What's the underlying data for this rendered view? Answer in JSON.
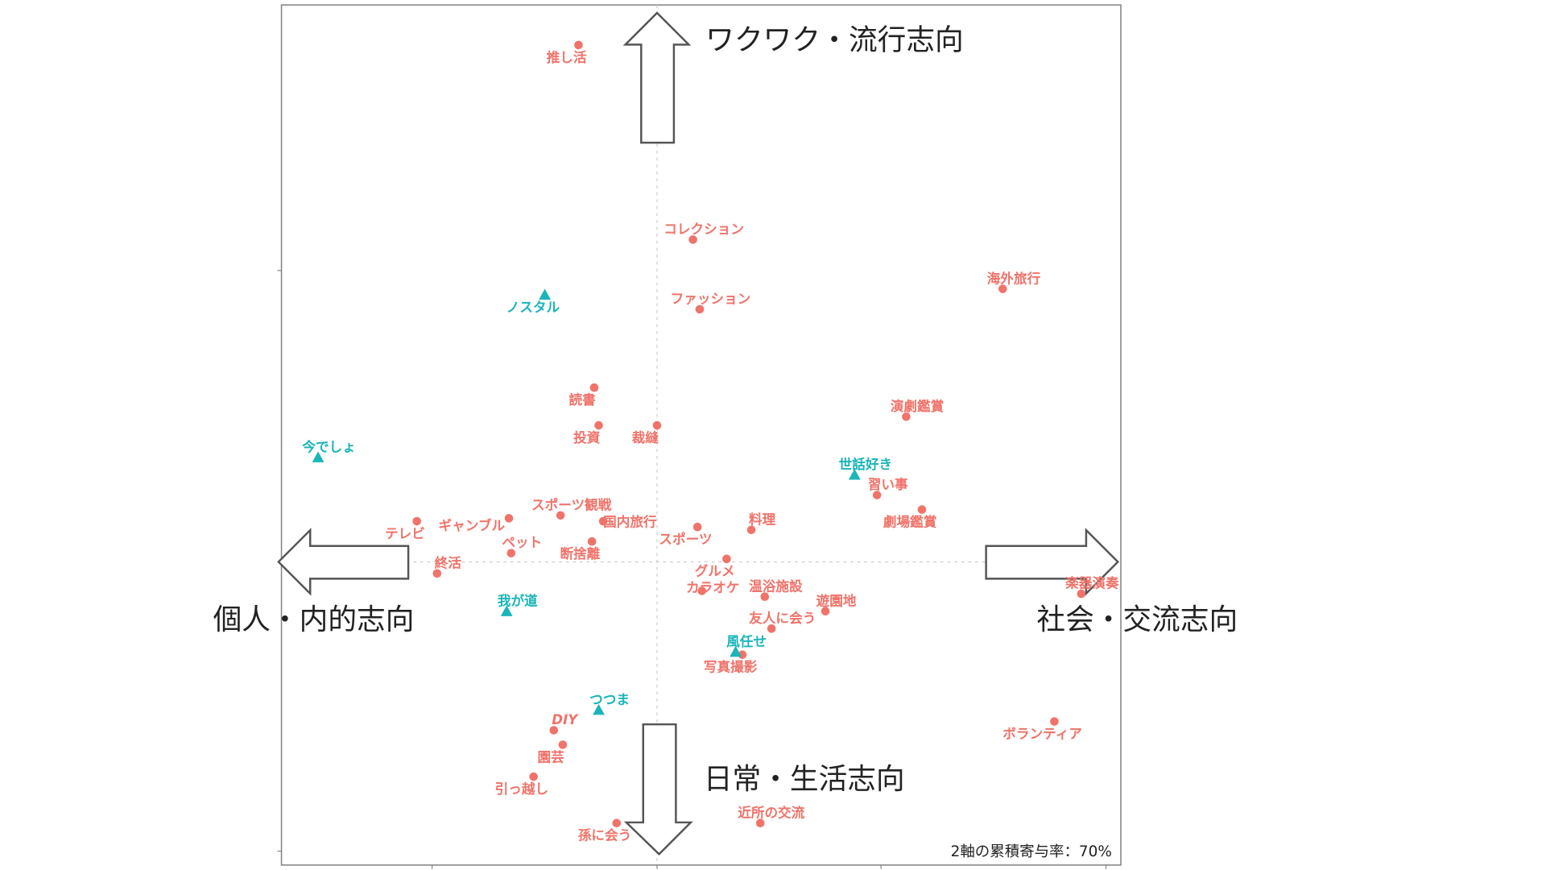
{
  "chart_data": {
    "type": "scatter",
    "title": "",
    "xlabel": "",
    "ylabel": "",
    "xlim": [
      -1.67,
      2.05
    ],
    "ylim": [
      -1.04,
      1.92
    ],
    "grid": false,
    "reference_lines": {
      "x": 0,
      "y": 0
    },
    "axis_labels": {
      "top": "ワクワク・流行志向",
      "bottom": "日常・生活志向",
      "left": "個人・内的志向",
      "right": "社会・交流志向"
    },
    "annotation": "2軸の累積寄与率：70%",
    "colors": {
      "activities": "#f0736a",
      "types": "#1ab5b9"
    },
    "series": [
      {
        "name": "activities",
        "marker": "circle",
        "points": [
          {
            "label": "推し活",
            "x": -0.35,
            "y": 1.78,
            "pos": "below"
          },
          {
            "label": "コレクション",
            "x": 0.16,
            "y": 1.11,
            "pos": "above"
          },
          {
            "label": "ファッション",
            "x": 0.19,
            "y": 0.87,
            "pos": "above"
          },
          {
            "label": "海外旅行",
            "x": 1.54,
            "y": 0.94,
            "pos": "above"
          },
          {
            "label": "読書",
            "x": -0.28,
            "y": 0.6,
            "pos": "below"
          },
          {
            "label": "投資",
            "x": -0.26,
            "y": 0.47,
            "pos": "below"
          },
          {
            "label": "裁縫",
            "x": 0.0,
            "y": 0.47,
            "pos": "below"
          },
          {
            "label": "演劇鑑賞",
            "x": 1.11,
            "y": 0.5,
            "pos": "above"
          },
          {
            "label": "習い事",
            "x": 0.98,
            "y": 0.23,
            "pos": "above"
          },
          {
            "label": "劇場鑑賞",
            "x": 1.18,
            "y": 0.18,
            "pos": "below"
          },
          {
            "label": "料理",
            "x": 0.42,
            "y": 0.11,
            "pos": "above"
          },
          {
            "label": "スポーツ",
            "x": 0.18,
            "y": 0.12,
            "pos": "below"
          },
          {
            "label": "テレビ",
            "x": -1.07,
            "y": 0.14,
            "pos": "below"
          },
          {
            "label": "ギャンブル",
            "x": -0.66,
            "y": 0.15,
            "pos": "left"
          },
          {
            "label": "スポーツ観戦",
            "x": -0.43,
            "y": 0.16,
            "pos": "above"
          },
          {
            "label": "国内旅行",
            "x": -0.24,
            "y": 0.14,
            "pos": "right"
          },
          {
            "label": "ペット",
            "x": -0.65,
            "y": 0.03,
            "pos": "above"
          },
          {
            "label": "断捨離",
            "x": -0.29,
            "y": 0.07,
            "pos": "below"
          },
          {
            "label": "終活",
            "x": -0.98,
            "y": -0.04,
            "pos": "above"
          },
          {
            "label": "グルメ",
            "x": 0.31,
            "y": 0.01,
            "pos": "below"
          },
          {
            "label": "カラオケ",
            "x": 0.2,
            "y": -0.1,
            "pos": "above"
          },
          {
            "label": "温浴施設",
            "x": 0.48,
            "y": -0.12,
            "pos": "above"
          },
          {
            "label": "遊園地",
            "x": 0.75,
            "y": -0.17,
            "pos": "above"
          },
          {
            "label": "友人に会う",
            "x": 0.51,
            "y": -0.23,
            "pos": "above"
          },
          {
            "label": "楽器演奏",
            "x": 1.89,
            "y": -0.11,
            "pos": "above"
          },
          {
            "label": "写真撮影",
            "x": 0.38,
            "y": -0.32,
            "pos": "below"
          },
          {
            "label": "DIY",
            "x": -0.46,
            "y": -0.58,
            "pos": "above"
          },
          {
            "label": "園芸",
            "x": -0.42,
            "y": -0.63,
            "pos": "below"
          },
          {
            "label": "引っ越し",
            "x": -0.55,
            "y": -0.74,
            "pos": "below"
          },
          {
            "label": "孫に会う",
            "x": -0.18,
            "y": -0.9,
            "pos": "below"
          },
          {
            "label": "近所の交流",
            "x": 0.46,
            "y": -0.9,
            "pos": "above"
          },
          {
            "label": "ボランティア",
            "x": 1.77,
            "y": -0.55,
            "pos": "below"
          }
        ]
      },
      {
        "name": "types",
        "marker": "triangle",
        "points": [
          {
            "label": "ノスタル",
            "x": -0.5,
            "y": 0.92,
            "pos": "below"
          },
          {
            "label": "今でしょ",
            "x": -1.51,
            "y": 0.36,
            "pos": "above"
          },
          {
            "label": "世話好き",
            "x": 0.88,
            "y": 0.3,
            "pos": "above"
          },
          {
            "label": "我が道",
            "x": -0.67,
            "y": -0.17,
            "pos": "above"
          },
          {
            "label": "風任せ",
            "x": 0.35,
            "y": -0.31,
            "pos": "above"
          },
          {
            "label": "つつま",
            "x": -0.26,
            "y": -0.51,
            "pos": "above"
          }
        ]
      }
    ]
  }
}
